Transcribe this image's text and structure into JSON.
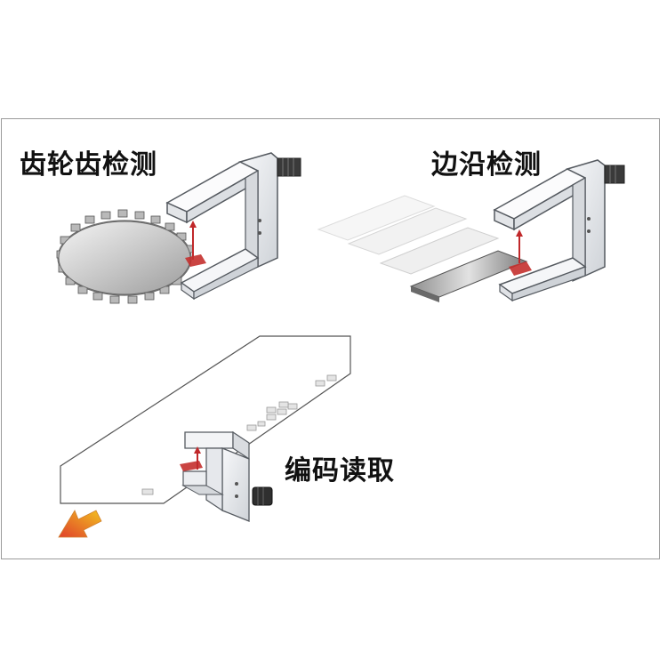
{
  "labels": {
    "gear_detection": "齿轮齿检测",
    "edge_detection": "边沿检测",
    "code_reading": "编码读取"
  },
  "colors": {
    "sensor_body": "#e6e8ec",
    "sensor_outline": "#555a60",
    "beam": "#c0282a",
    "spot": "#c4302e",
    "arrow_start": "#f2c020",
    "arrow_end": "#e0402a"
  }
}
